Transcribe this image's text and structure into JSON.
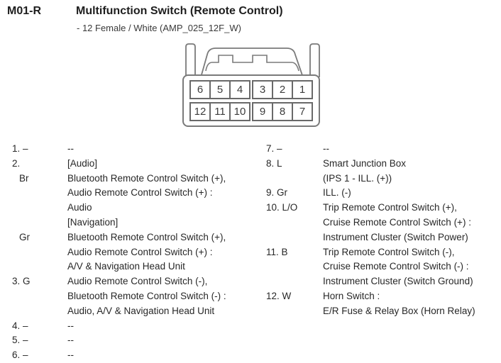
{
  "header": {
    "connector_id": "M01-R",
    "title": "Multifunction Switch (Remote Control)",
    "subtitle": "- 12 Female / White (AMP_025_12F_W)"
  },
  "connector": {
    "pin_rows": [
      [
        "6",
        "5",
        "4",
        "3",
        "2",
        "1"
      ],
      [
        "12",
        "11",
        "10",
        "9",
        "8",
        "7"
      ]
    ]
  },
  "pin_table": {
    "left": [
      {
        "label": "1. –",
        "desc": "--"
      },
      {
        "label": "2.",
        "desc": "[Audio]"
      },
      {
        "label": "Br",
        "indent": true,
        "desc": "Bluetooth Remote Control Switch (+),"
      },
      {
        "label": "",
        "desc": "Audio Remote Control Switch (+) :"
      },
      {
        "label": "",
        "desc": "Audio"
      },
      {
        "label": "",
        "desc": "[Navigation]"
      },
      {
        "label": "Gr",
        "indent": true,
        "desc": "Bluetooth Remote Control Switch (+),"
      },
      {
        "label": "",
        "desc": "Audio Remote Control Switch (+) :"
      },
      {
        "label": "",
        "desc": "A/V & Navigation Head Unit"
      },
      {
        "label": "3. G",
        "desc": "Audio Remote Control Switch (-),"
      },
      {
        "label": "",
        "desc": "Bluetooth Remote Control Switch (-) :"
      },
      {
        "label": "",
        "desc": "Audio, A/V & Navigation Head Unit"
      },
      {
        "label": "4. –",
        "desc": "--"
      },
      {
        "label": "5. –",
        "desc": "--"
      },
      {
        "label": "6. –",
        "desc": "--"
      }
    ],
    "right": [
      {
        "label": "7. –",
        "desc": "--"
      },
      {
        "label": "8. L",
        "desc": "Smart Junction Box"
      },
      {
        "label": "",
        "desc": "(IPS 1 - ILL. (+))"
      },
      {
        "label": "9. Gr",
        "desc": "ILL. (-)"
      },
      {
        "label": "10. L/O",
        "desc": "Trip Remote Control Switch (+),"
      },
      {
        "label": "",
        "desc": "Cruise Remote Control Switch (+) :"
      },
      {
        "label": "",
        "desc": "Instrument Cluster (Switch Power)"
      },
      {
        "label": "11. B",
        "desc": "Trip Remote Control Switch (-),"
      },
      {
        "label": "",
        "desc": "Cruise Remote Control Switch (-) :"
      },
      {
        "label": "",
        "desc": "Instrument Cluster (Switch Ground)"
      },
      {
        "label": "12. W",
        "desc": "Horn Switch :"
      },
      {
        "label": "",
        "desc": "E/R Fuse & Relay Box (Horn Relay)"
      }
    ]
  },
  "colors": {
    "text": "#272727",
    "drawing_line": "#7a7a7a"
  }
}
